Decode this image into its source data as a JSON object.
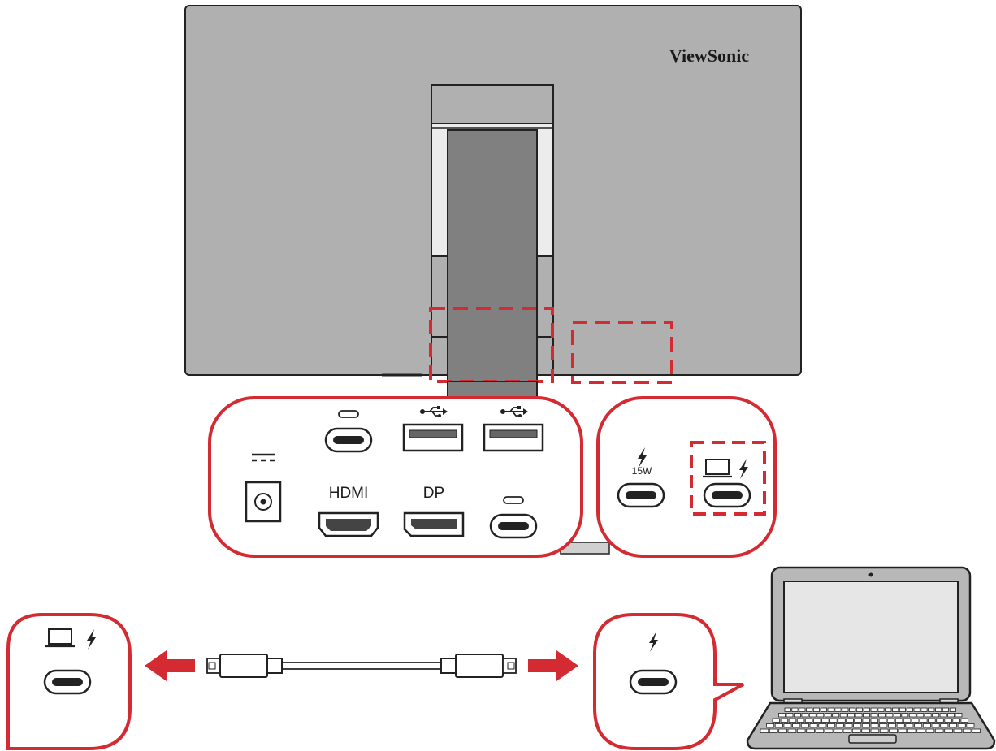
{
  "brand": "ViewSonic",
  "ports": {
    "hdmi_label": "HDMI",
    "dp_label": "DP",
    "power_label": "15W"
  },
  "colors": {
    "accent_red": "#d42a32",
    "monitor_gray": "#b0b0b0",
    "stand_gray": "#808080",
    "outline": "#222222"
  },
  "icons": {
    "usb_a": "usb-icon",
    "thunderbolt": "lightning-bolt-icon",
    "laptop": "laptop-icon",
    "dc_power": "dc-power-icon",
    "usb_c": "usb-c-icon"
  }
}
